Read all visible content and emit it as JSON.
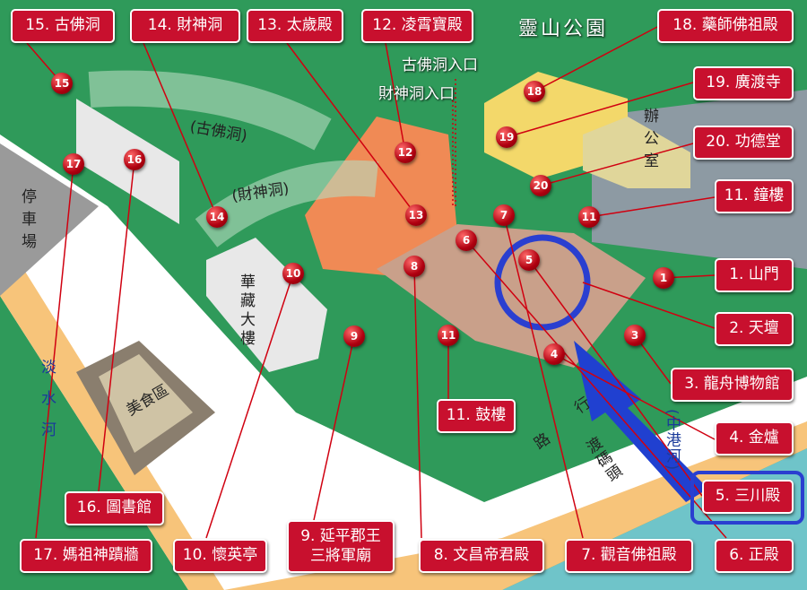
{
  "title": "靈山公園",
  "colors": {
    "label_bg": "#c8102e",
    "grass": "#2f9a5a",
    "river": "#6fc4c9",
    "highlight": "#2a3fd0"
  },
  "labels": {
    "l15": "15. 古佛洞",
    "l14": "14. 財神洞",
    "l13": "13. 太歲殿",
    "l12": "12. 凌霄寶殿",
    "l18": "18. 藥師佛祖殿",
    "l19": "19. 廣渡寺",
    "l20": "20. 功德堂",
    "l11a": "11. 鐘樓",
    "l1": "1. 山門",
    "l2": "2. 天壇",
    "l3": "3. 龍舟博物館",
    "l4": "4. 金爐",
    "l5": "5. 三川殿",
    "l6": "6. 正殿",
    "l7": "7. 觀音佛祖殿",
    "l8": "8. 文昌帝君殿",
    "l9a": "9. 延平郡王",
    "l9b": "三將軍廟",
    "l10": "10. 懷英亭",
    "l16": "16. 圖書館",
    "l17": "17. 媽祖神蹟牆",
    "l11b": "11. 鼓樓"
  },
  "markers": [
    "15",
    "17",
    "16",
    "14",
    "10",
    "9",
    "8",
    "13",
    "12",
    "6",
    "7",
    "5",
    "11",
    "4",
    "3",
    "1",
    "11",
    "20",
    "19",
    "18"
  ],
  "map_text": {
    "gufo_entrance": "古佛洞入口",
    "caishen_entrance": "財神洞入口",
    "gufo_tunnel": "(古佛洞)",
    "caishen_tunnel": "(財神洞)",
    "parking": "停車場",
    "huazang": "華藏大樓",
    "food": "美食區",
    "river": "淡水河",
    "office": "辦公室",
    "road_a": "行",
    "road_b": "路",
    "pier": "渡碼頭",
    "river2": "(中港河)"
  }
}
